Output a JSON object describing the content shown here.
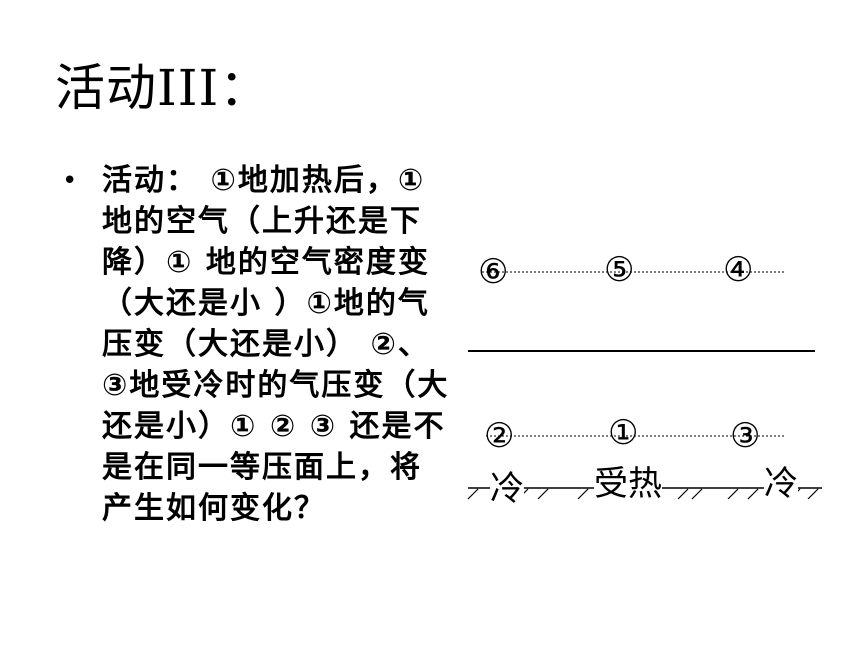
{
  "slide": {
    "title": "活动III：",
    "bullet_symbol": "•",
    "body": "活动： ①地加热后，① 地的空气（上升还是下降）① 地的空气密度变（大还是小 ）①地的气压变（大还是小） ②、③地受冷时的气压变（大还是小）① ② ③  还是不是在同一等压面上，将产生如何变化？"
  },
  "diagram": {
    "top_markers": [
      "⑥",
      "⑤",
      "④"
    ],
    "bottom_markers": [
      "②",
      "①",
      "③"
    ],
    "ground_labels": [
      "冷",
      "受热",
      "冷"
    ]
  }
}
